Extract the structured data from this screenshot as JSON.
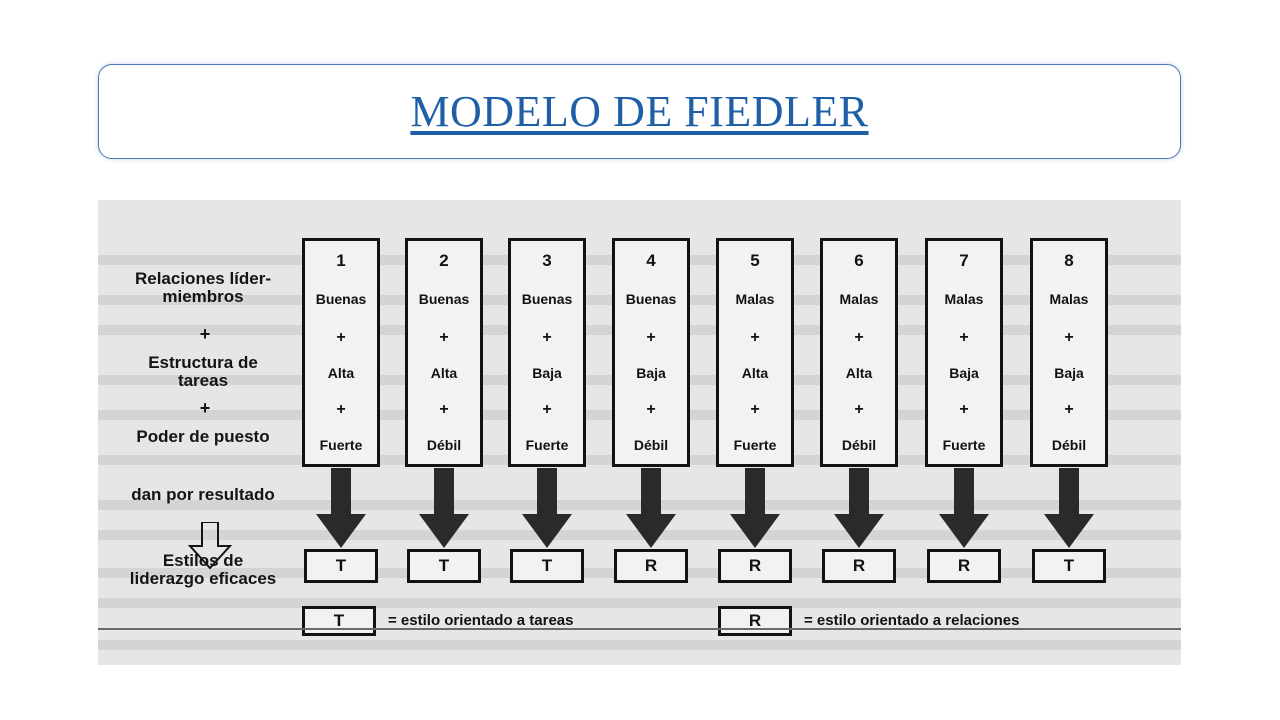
{
  "title": "MODELO DE FIEDLER",
  "left_labels": {
    "relaciones": "Relaciones líder-miembros",
    "plus1": "+",
    "estructura": "Estructura de tareas",
    "plus2": "+",
    "poder": "Poder de puesto",
    "resultado": "dan por resultado",
    "estilos": "Estilos de liderazgo eficaces"
  },
  "columns": [
    {
      "num": "1",
      "rel": "Buenas",
      "est": "Alta",
      "pod": "Fuerte",
      "style": "T"
    },
    {
      "num": "2",
      "rel": "Buenas",
      "est": "Alta",
      "pod": "Débil",
      "style": "T"
    },
    {
      "num": "3",
      "rel": "Buenas",
      "est": "Baja",
      "pod": "Fuerte",
      "style": "T"
    },
    {
      "num": "4",
      "rel": "Buenas",
      "est": "Baja",
      "pod": "Débil",
      "style": "R"
    },
    {
      "num": "5",
      "rel": "Malas",
      "est": "Alta",
      "pod": "Fuerte",
      "style": "R"
    },
    {
      "num": "6",
      "rel": "Malas",
      "est": "Alta",
      "pod": "Débil",
      "style": "R"
    },
    {
      "num": "7",
      "rel": "Malas",
      "est": "Baja",
      "pod": "Fuerte",
      "style": "R"
    },
    {
      "num": "8",
      "rel": "Malas",
      "est": "Baja",
      "pod": "Débil",
      "style": "T"
    }
  ],
  "plus": "+",
  "legend": {
    "t_code": "T",
    "t_text": "= estilo orientado a tareas",
    "r_code": "R",
    "r_text": "= estilo orientado a relaciones"
  },
  "colors": {
    "title": "#1f5fa8",
    "border": "#4a78b5",
    "scan_bg": "#e6e6e4",
    "ink": "#121212"
  }
}
